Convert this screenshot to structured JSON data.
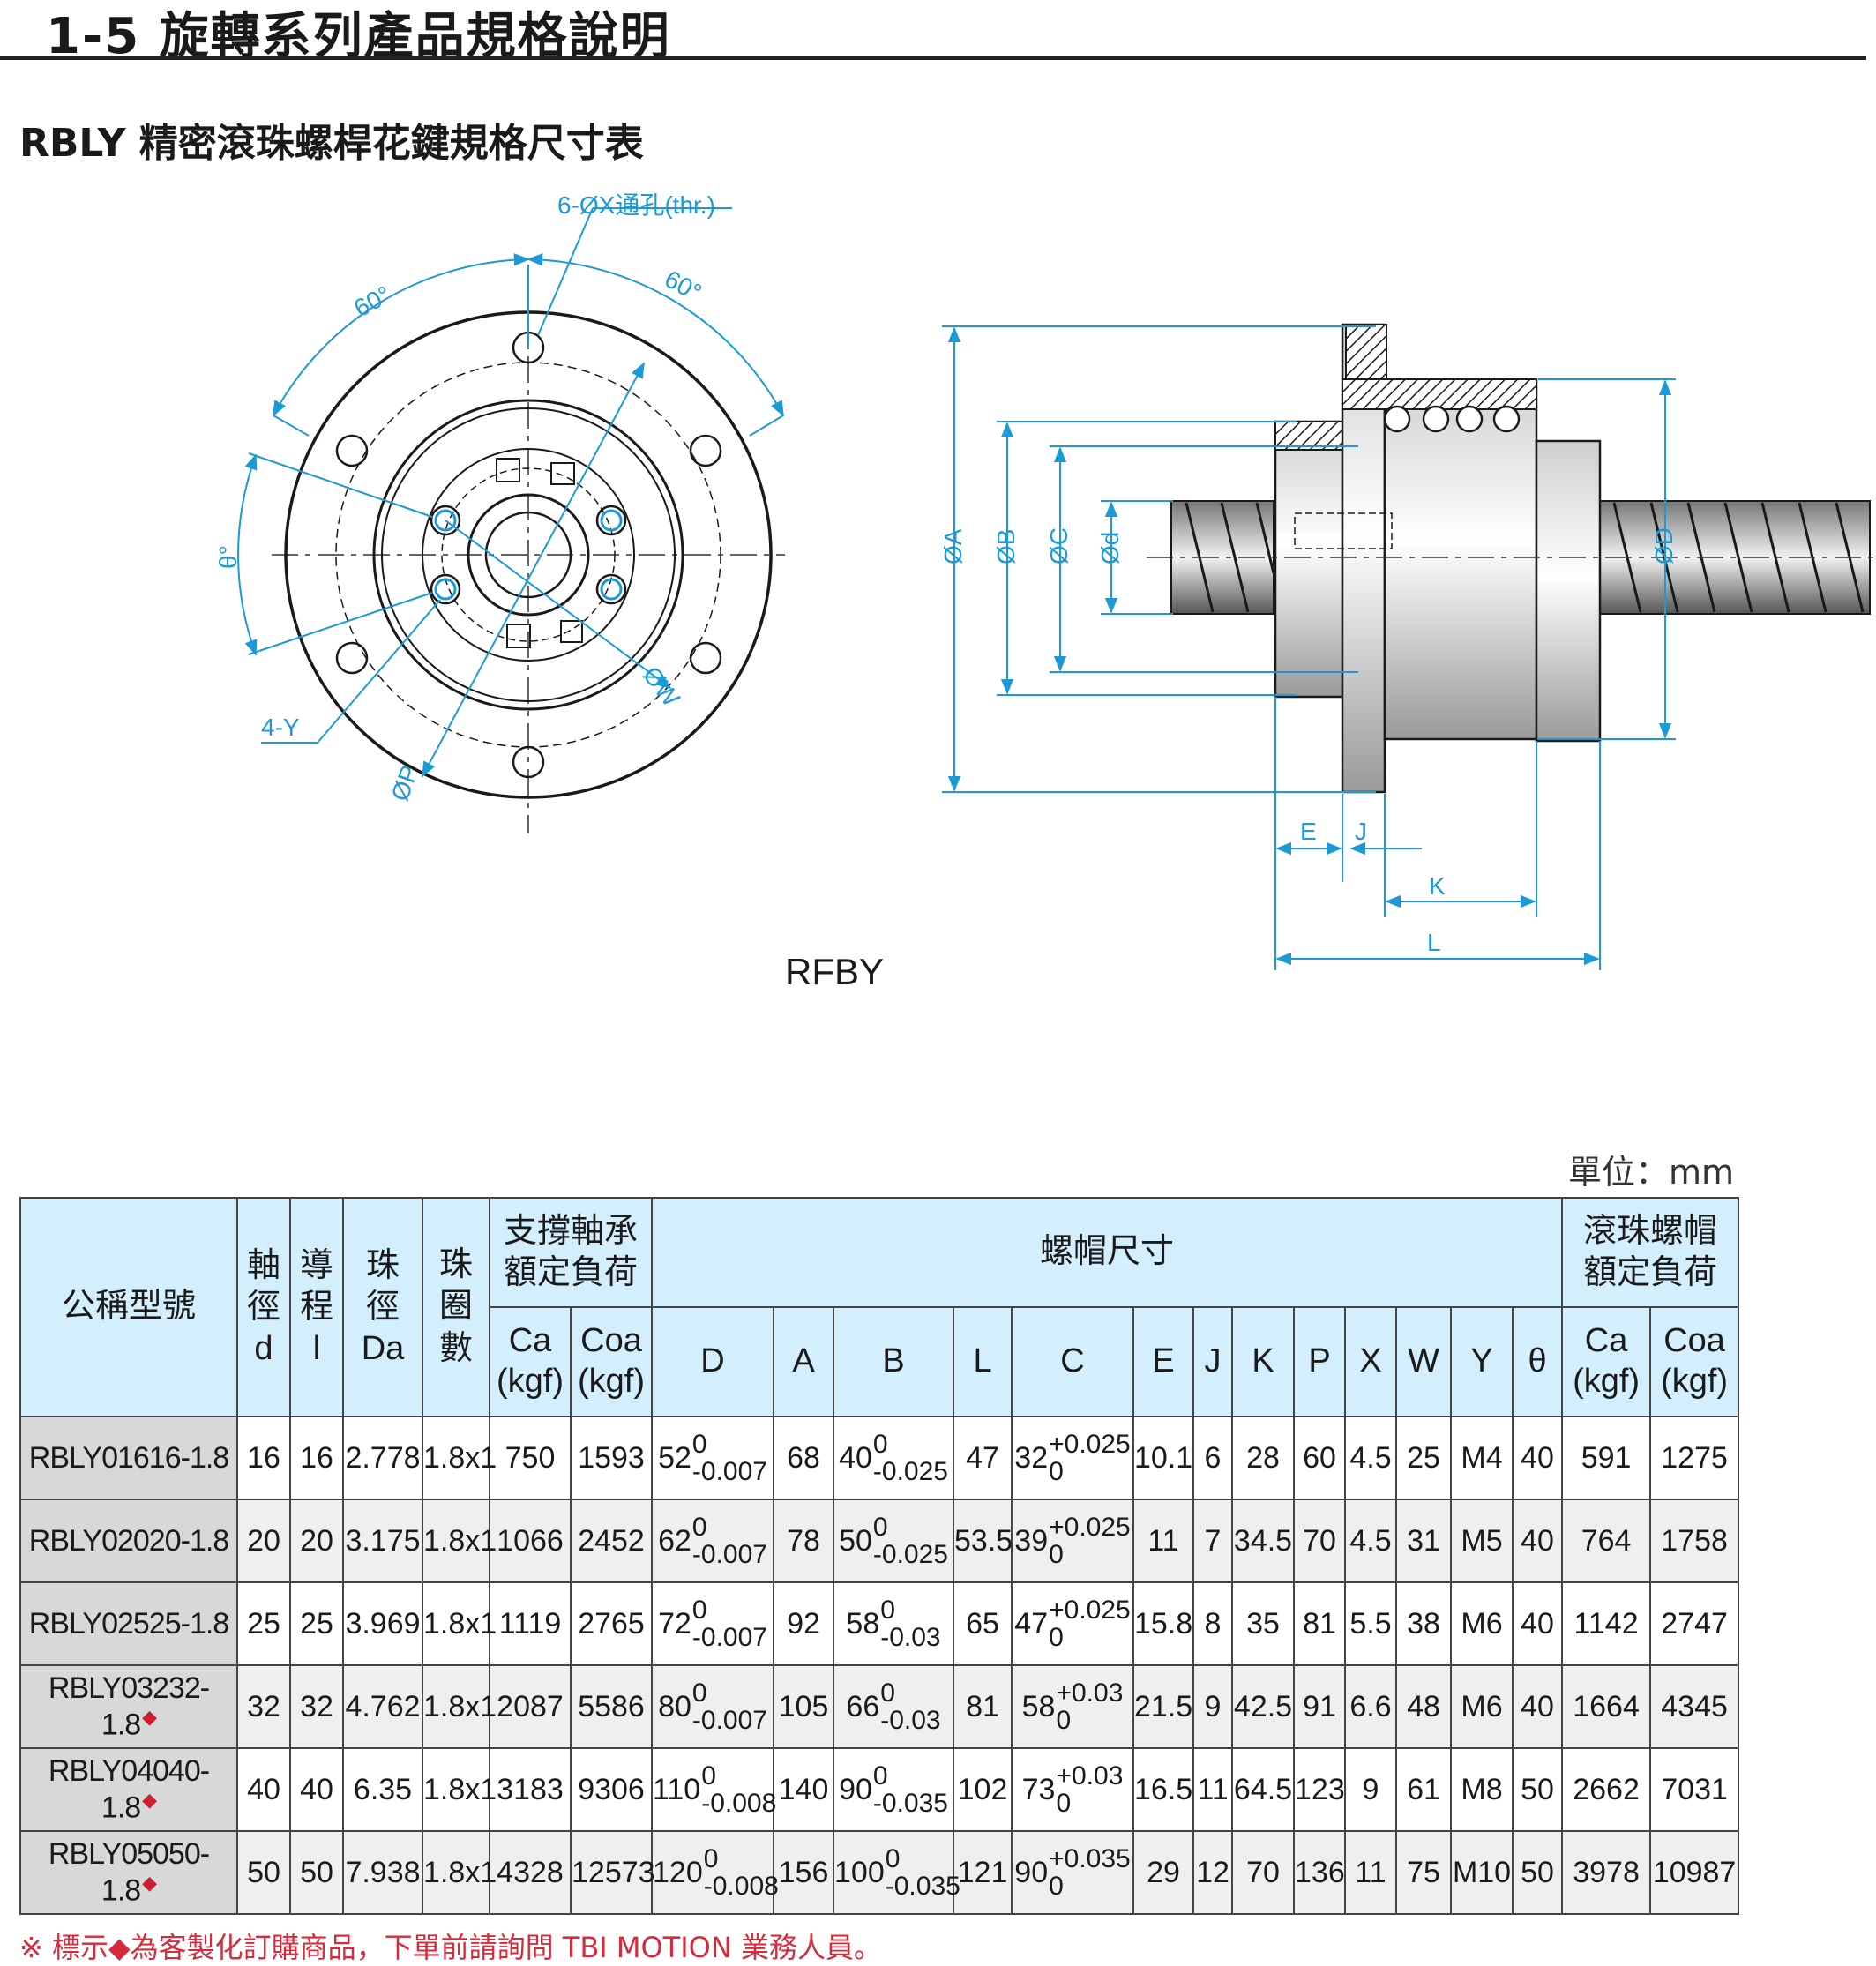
{
  "header": {
    "section_title": "1-5 旋轉系列產品規格說明",
    "subtitle": "RBLY 精密滾珠螺桿花鍵規格尺寸表"
  },
  "drawing": {
    "model_caption": "RFBY",
    "labels": {
      "holes": "6-ØX通孔(thr.)",
      "angle_left": "60°",
      "angle_right": "60°",
      "theta": "θ°",
      "thread": "4-Y",
      "phi_p": "ØP",
      "phi_w": "ØW",
      "dia_a": "ØA",
      "dia_b": "ØB",
      "dia_c": "ØC",
      "dia_d_small": "Ød",
      "dia_d": "ØD",
      "e": "E",
      "j": "J",
      "k": "K",
      "l": "L"
    },
    "colors": {
      "dimension": "#1b9ad6",
      "outline": "#1a1a1a",
      "hatch": "#1a1a1a"
    }
  },
  "table": {
    "unit": "單位：mm",
    "headers": {
      "model": "公稱型號",
      "shaft": "軸徑",
      "shaft_sym": "d",
      "lead": "導程",
      "lead_sym": "l",
      "ball": "珠徑",
      "ball_sym": "Da",
      "turns": "珠圈數",
      "support_load": "支撐軸承額定負荷",
      "nut_dims": "螺帽尺寸",
      "ball_load": "滾珠螺帽額定負荷",
      "ca": "Ca",
      "coa": "Coa",
      "kgf": "(kgf)",
      "cols": [
        "D",
        "A",
        "B",
        "L",
        "C",
        "E",
        "J",
        "K",
        "P",
        "X",
        "W",
        "Y",
        "θ"
      ]
    },
    "rows": [
      {
        "model": "RBLY01616-1.8",
        "custom": false,
        "d": "16",
        "l": "16",
        "da": "2.778",
        "turns": "1.8x1",
        "ca1": "750",
        "coa1": "1593",
        "D": "52",
        "D_up": "0",
        "D_lo": "-0.007",
        "A": "68",
        "B": "40",
        "B_up": "0",
        "B_lo": "-0.025",
        "L": "47",
        "C": "32",
        "C_up": "+0.025",
        "C_lo": "0",
        "E": "10.1",
        "J": "6",
        "K": "28",
        "P": "60",
        "X": "4.5",
        "W": "25",
        "Y": "M4",
        "th": "40",
        "ca2": "591",
        "coa2": "1275"
      },
      {
        "model": "RBLY02020-1.8",
        "custom": false,
        "d": "20",
        "l": "20",
        "da": "3.175",
        "turns": "1.8x1",
        "ca1": "1066",
        "coa1": "2452",
        "D": "62",
        "D_up": "0",
        "D_lo": "-0.007",
        "A": "78",
        "B": "50",
        "B_up": "0",
        "B_lo": "-0.025",
        "L": "53.5",
        "C": "39",
        "C_up": "+0.025",
        "C_lo": "0",
        "E": "11",
        "J": "7",
        "K": "34.5",
        "P": "70",
        "X": "4.5",
        "W": "31",
        "Y": "M5",
        "th": "40",
        "ca2": "764",
        "coa2": "1758"
      },
      {
        "model": "RBLY02525-1.8",
        "custom": false,
        "d": "25",
        "l": "25",
        "da": "3.969",
        "turns": "1.8x1",
        "ca1": "1119",
        "coa1": "2765",
        "D": "72",
        "D_up": "0",
        "D_lo": "-0.007",
        "A": "92",
        "B": "58",
        "B_up": "0",
        "B_lo": "-0.03",
        "L": "65",
        "C": "47",
        "C_up": "+0.025",
        "C_lo": "0",
        "E": "15.8",
        "J": "8",
        "K": "35",
        "P": "81",
        "X": "5.5",
        "W": "38",
        "Y": "M6",
        "th": "40",
        "ca2": "1142",
        "coa2": "2747"
      },
      {
        "model": "RBLY03232-1.8",
        "custom": true,
        "d": "32",
        "l": "32",
        "da": "4.762",
        "turns": "1.8x1",
        "ca1": "2087",
        "coa1": "5586",
        "D": "80",
        "D_up": "0",
        "D_lo": "-0.007",
        "A": "105",
        "B": "66",
        "B_up": "0",
        "B_lo": "-0.03",
        "L": "81",
        "C": "58",
        "C_up": "+0.03",
        "C_lo": "0",
        "E": "21.5",
        "J": "9",
        "K": "42.5",
        "P": "91",
        "X": "6.6",
        "W": "48",
        "Y": "M6",
        "th": "40",
        "ca2": "1664",
        "coa2": "4345"
      },
      {
        "model": "RBLY04040-1.8",
        "custom": true,
        "d": "40",
        "l": "40",
        "da": "6.35",
        "turns": "1.8x1",
        "ca1": "3183",
        "coa1": "9306",
        "D": "110",
        "D_up": "0",
        "D_lo": "-0.008",
        "A": "140",
        "B": "90",
        "B_up": "0",
        "B_lo": "-0.035",
        "L": "102",
        "C": "73",
        "C_up": "+0.03",
        "C_lo": "0",
        "E": "16.5",
        "J": "11",
        "K": "64.5",
        "P": "123",
        "X": "9",
        "W": "61",
        "Y": "M8",
        "th": "50",
        "ca2": "2662",
        "coa2": "7031"
      },
      {
        "model": "RBLY05050-1.8",
        "custom": true,
        "d": "50",
        "l": "50",
        "da": "7.938",
        "turns": "1.8x1",
        "ca1": "4328",
        "coa1": "12573",
        "D": "120",
        "D_up": "0",
        "D_lo": "-0.008",
        "A": "156",
        "B": "100",
        "B_up": "0",
        "B_lo": "-0.035",
        "L": "121",
        "C": "90",
        "C_up": "+0.035",
        "C_lo": "0",
        "E": "29",
        "J": "12",
        "K": "70",
        "P": "136",
        "X": "11",
        "W": "75",
        "Y": "M10",
        "th": "50",
        "ca2": "3978",
        "coa2": "10987"
      }
    ],
    "custom_marker": "◆",
    "footnote": "※ 標示◆為客製化訂購商品，下單前請詢問 TBI MOTION 業務人員。"
  }
}
